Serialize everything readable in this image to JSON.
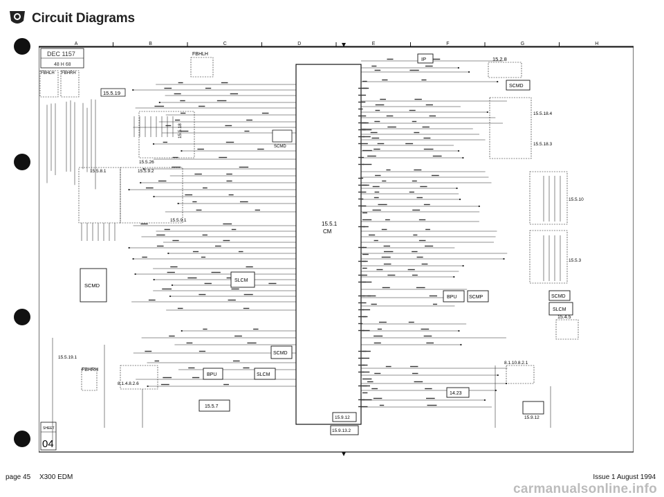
{
  "page": {
    "title": "Circuit Diagrams",
    "page_label": "page 45",
    "model": "X300 EDM",
    "issue": "Issue 1 August 1994",
    "watermark": "carmanualsonline.info"
  },
  "grid": {
    "columns": [
      "A",
      "B",
      "C",
      "D",
      "E",
      "F",
      "G",
      "H"
    ]
  },
  "title_block": {
    "date_stamp": "DEC 1157",
    "sheet": "48 H 68",
    "sheet_number": "04",
    "sheet_label": "SHEET"
  },
  "components": {
    "ecu_label": "15.5.1",
    "ecu_name": "CM",
    "scmd": "SCMD",
    "slcm": "SLCM",
    "bpu": "BPU",
    "ip": "IP",
    "scmp": "SCMP",
    "fbhlh": "FBHLH",
    "fbhrh": "FBHRH",
    "fbhlh_top": "FBHLH"
  },
  "references": {
    "r15519": "15.5.19",
    "r15518": "15.5.18",
    "r15526": "15.5.26",
    "r15581": "15.5.8.1",
    "r15592": "15.5.9.2",
    "r15591": "15.5.9.1",
    "r15519b": "15.5.19.1",
    "r81482": "8.1.4.8.2.6",
    "r1557": "15.5.7",
    "r15912": "15.9.12",
    "r159132": "15.9.13.2",
    "r1528": "15.2.8",
    "r155184": "15.5.18.4",
    "r155183": "15.5.18.3",
    "r15510": "15.5.10",
    "r1553": "15.5.3",
    "r1545": "15.4.5",
    "r81108": "8.1.10.8.2.1",
    "r1423": "14.23",
    "r15912b": "15.9.12"
  }
}
